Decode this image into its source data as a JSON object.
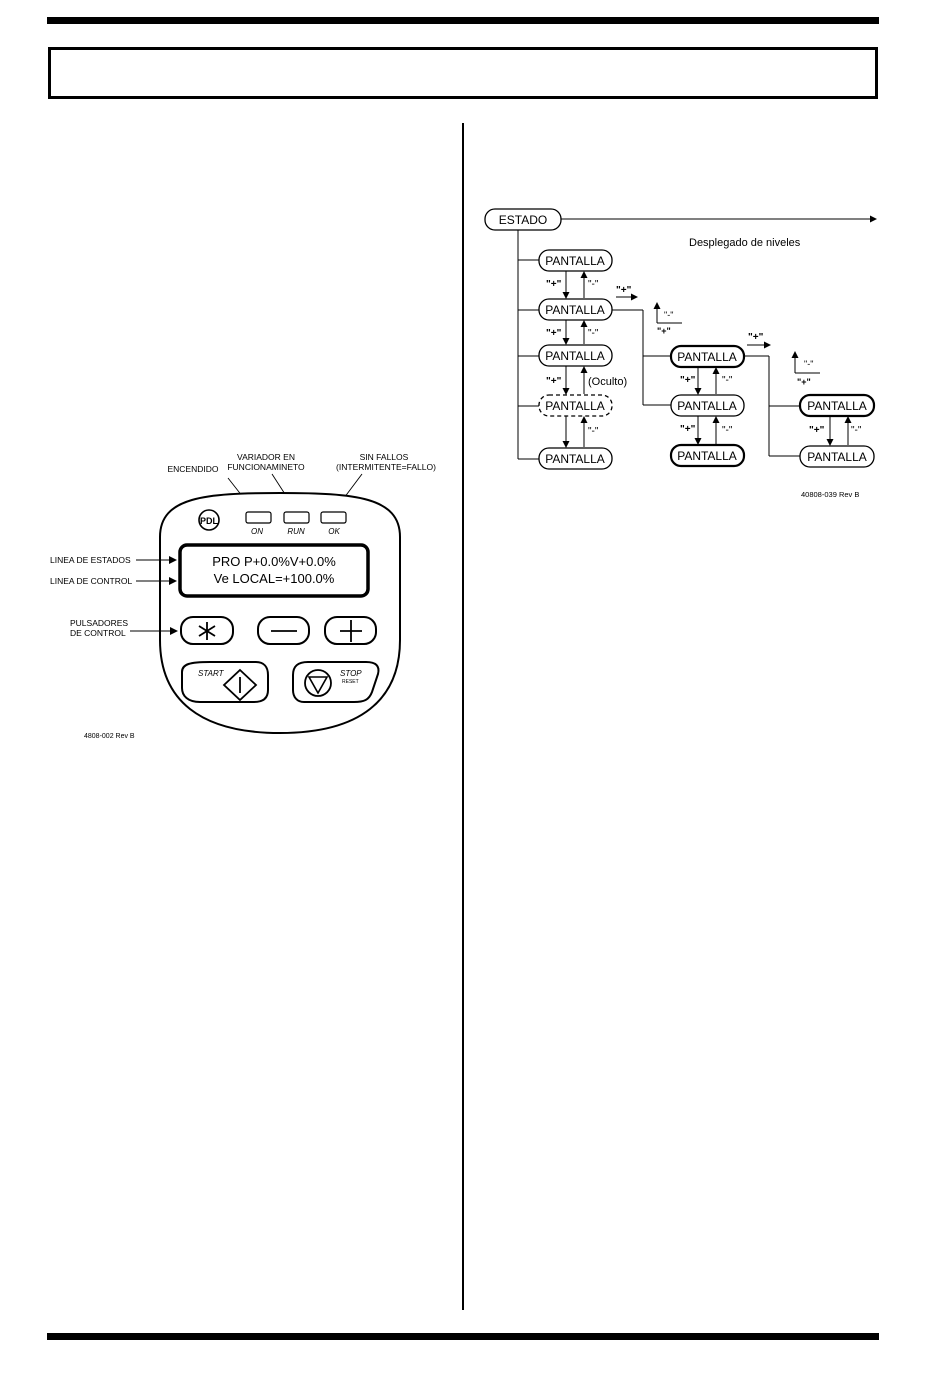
{
  "header": {
    "title": ""
  },
  "keypad": {
    "leds": {
      "on_callout": "ENCENDIDO",
      "run_callout_1": "VARIADOR EN",
      "run_callout_2": "FUNCIONAMINETO",
      "ok_callout_1": "SIN FALLOS",
      "ok_callout_2": "(INTERMITENTE=FALLO)",
      "on_label": "ON",
      "run_label": "RUN",
      "ok_label": "OK"
    },
    "logo": "PDL",
    "lcd": {
      "line1": "PRO P+0.0%V+0.0%",
      "line2": "Ve LOCAL=+100.0%"
    },
    "side_labels": {
      "status_line": "LINEA DE ESTADOS",
      "control_line": "LINEA DE CONTROL",
      "buttons_1": "PULSADORES",
      "buttons_2": "DE CONTROL"
    },
    "buttons": {
      "start": "START",
      "stop": "STOP",
      "reset": "RESET"
    },
    "ref": "4808-002 Rev B"
  },
  "diagram": {
    "root": "ESTADO",
    "levels_title": "Desplegado de niveles",
    "screen": "PANTALLA",
    "plus": "\"+\"",
    "minus": "\"-\"",
    "hidden": "(Oculto)",
    "ref": "40808-039 Rev B"
  }
}
